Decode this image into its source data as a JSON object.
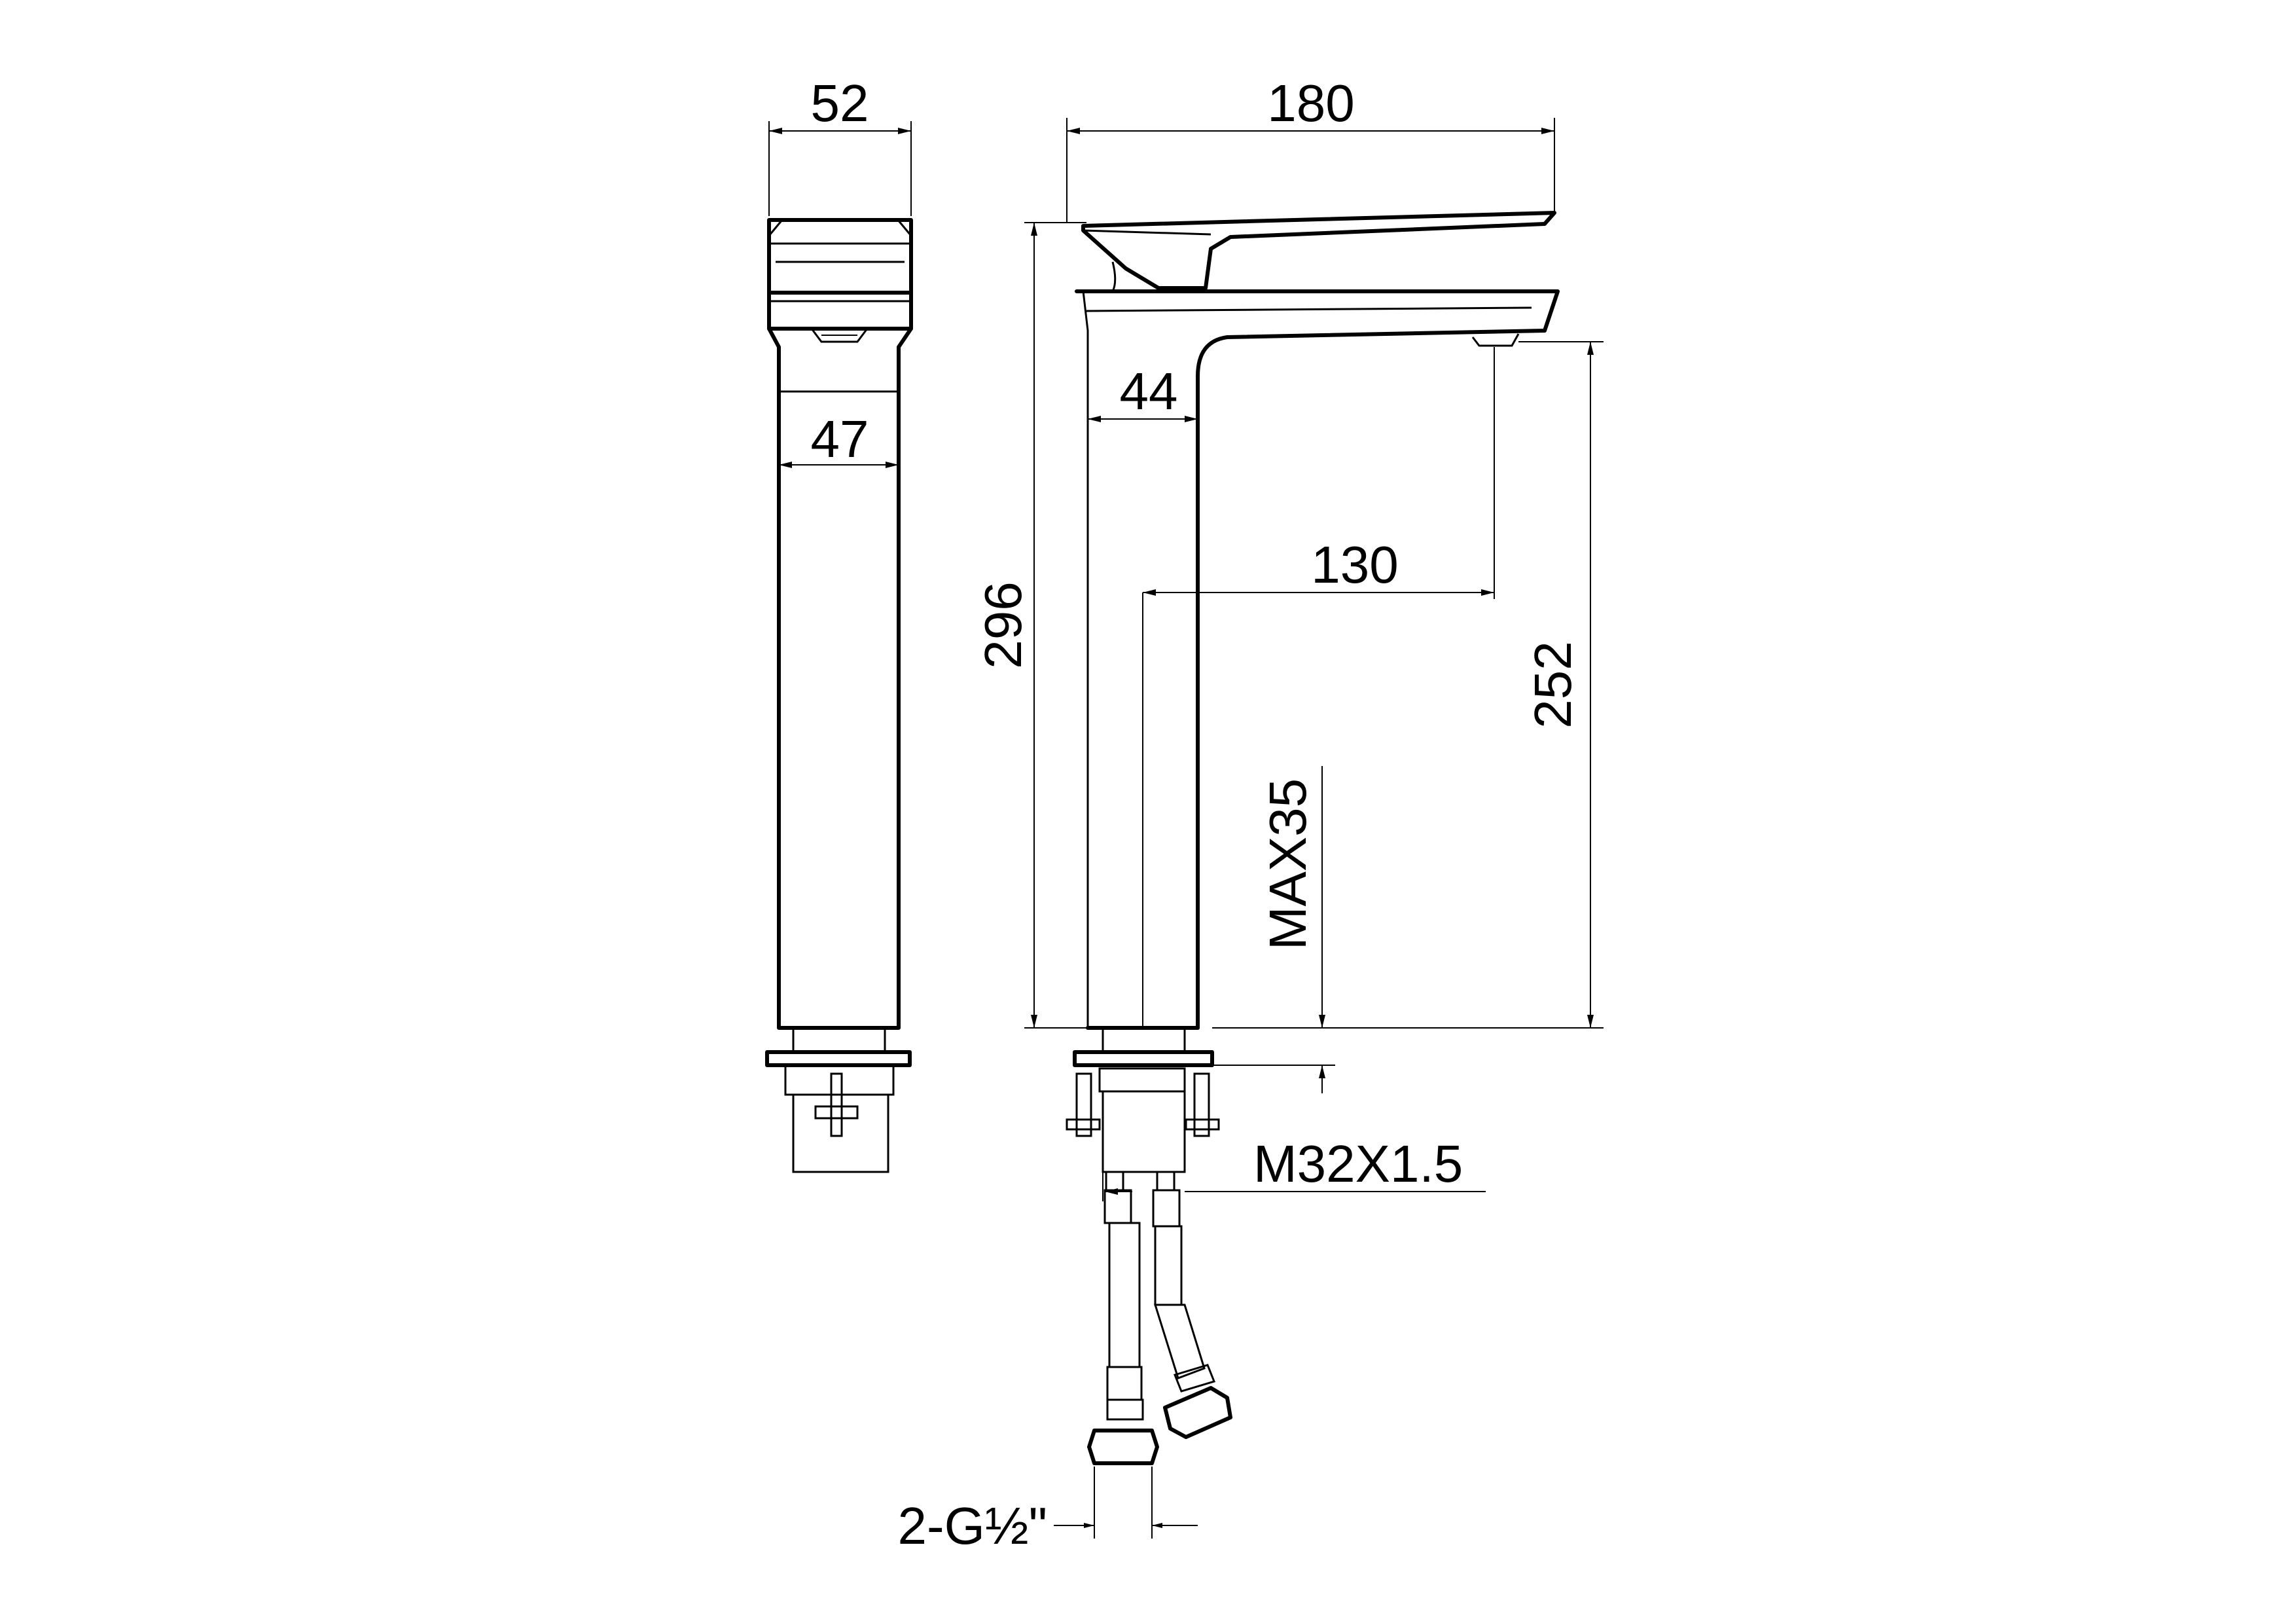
{
  "drawing": {
    "dimensions": {
      "side_width_top": "52",
      "side_width_body": "47",
      "total_length": "180",
      "total_height": "296",
      "body_width": "44",
      "reach": "130",
      "spout_height": "252",
      "max_deck_thickness": "MAX35",
      "thread_size": "M32X1.5",
      "hose_connection": "2-G½\""
    },
    "colors": {
      "line": "#000000",
      "background": "#ffffff"
    }
  }
}
